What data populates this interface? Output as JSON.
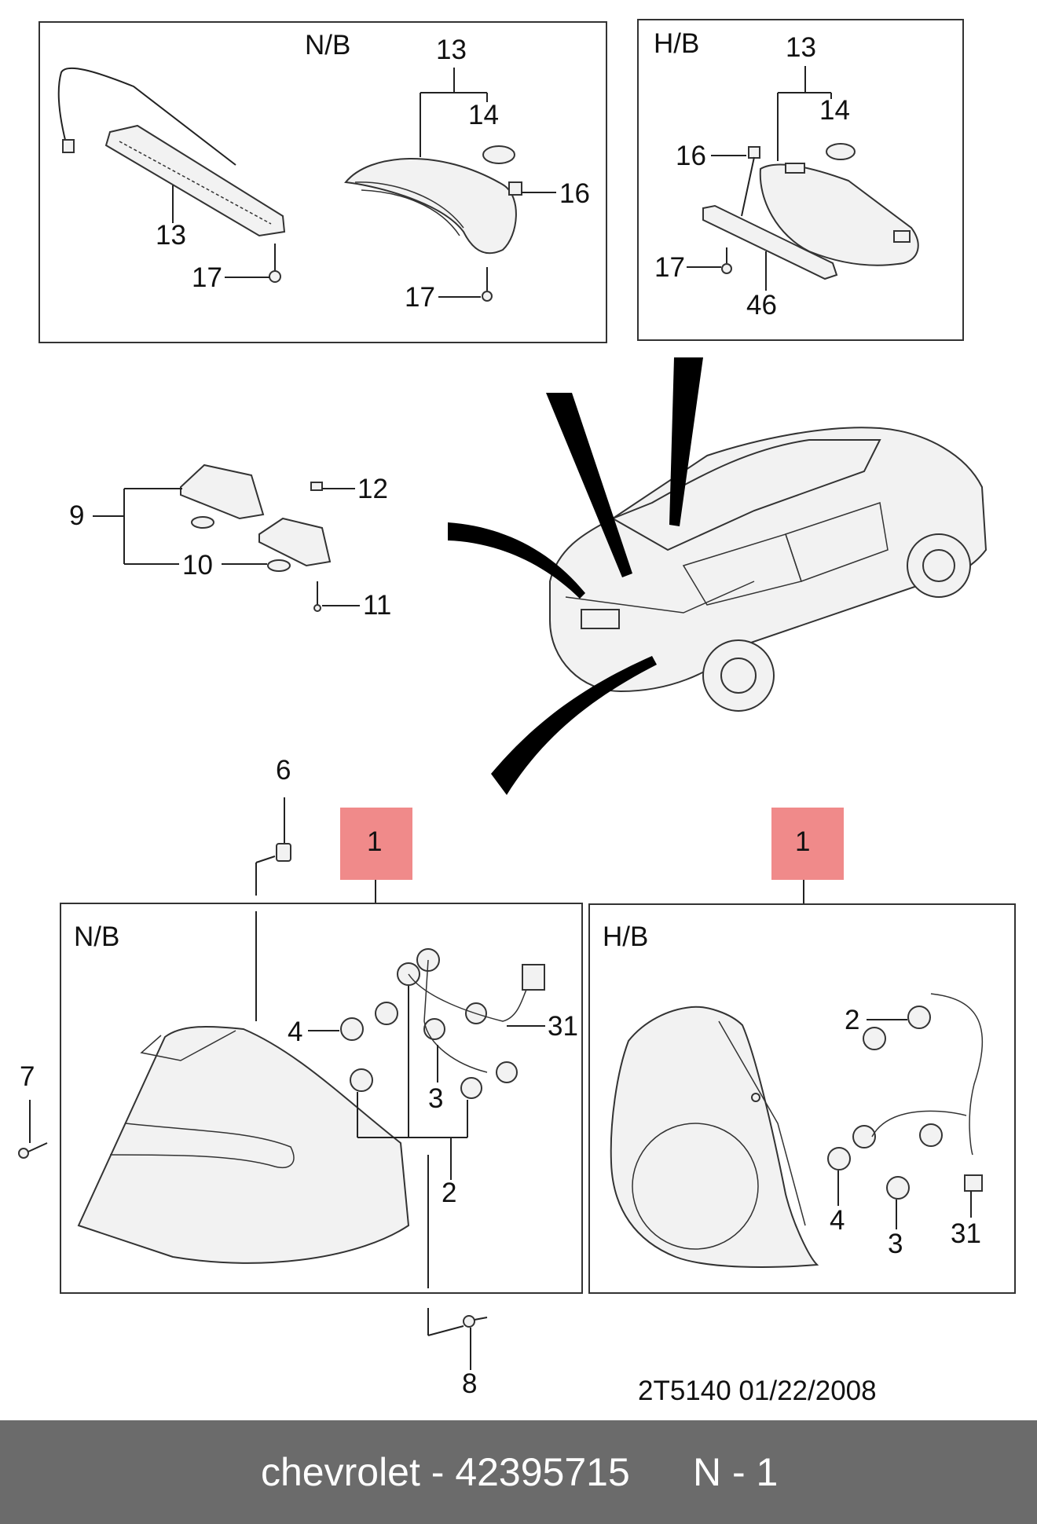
{
  "panels": {
    "top_left_title": "N/B",
    "top_right_title": "H/B",
    "bottom_left_title": "N/B",
    "bottom_right_title": "H/B"
  },
  "callouts": {
    "n13a": "13",
    "n14a": "14",
    "n13b": "13",
    "n16a": "16",
    "n17a": "17",
    "n17b": "17",
    "h13": "13",
    "h14": "14",
    "h16": "16",
    "h17": "17",
    "h46": "46",
    "p9": "9",
    "p10": "10",
    "p11": "11",
    "p12": "12",
    "p6": "6",
    "p7": "7",
    "p8": "8",
    "hl1a": "1",
    "hl1b": "1",
    "l4": "4",
    "l31": "31",
    "l3": "3",
    "l2": "2",
    "r2": "2",
    "r4": "4",
    "r3": "3",
    "r31": "31"
  },
  "doc_code": "2T5140  01/22/2008",
  "footer": {
    "brand": "chevrolet - 42395715",
    "page": "N - 1"
  },
  "colors": {
    "highlight": "#f08a8a",
    "footer_bg": "#6b6b6b"
  }
}
